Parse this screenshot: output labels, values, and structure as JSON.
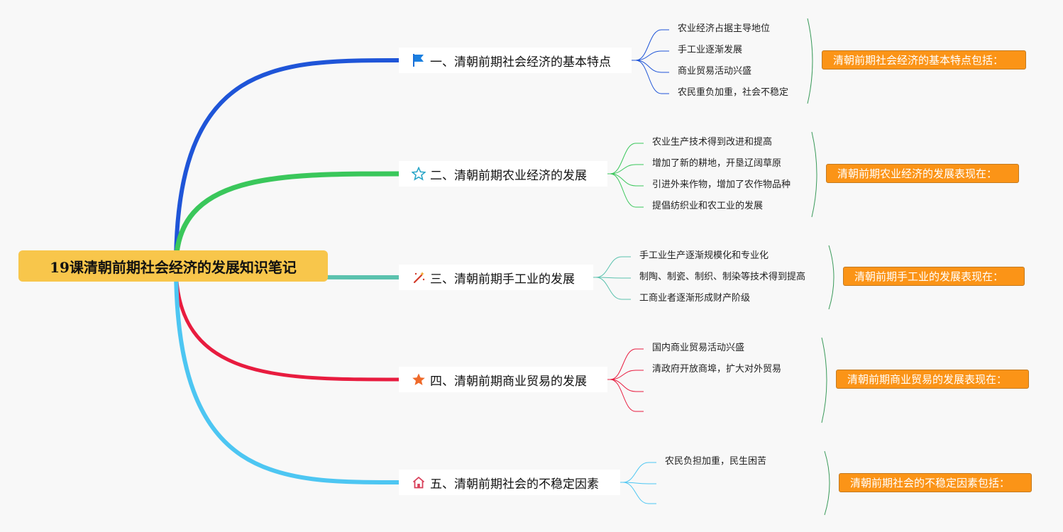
{
  "root": {
    "title": "19课清朝前期社会经济的发展知识笔记"
  },
  "branches": [
    {
      "title": "一、清朝前期社会经济的基本特点",
      "icon": "flag-icon",
      "color": "#1f55d8",
      "items": [
        "农业经济占据主导地位",
        "手工业逐渐发展",
        "商业贸易活动兴盛",
        "农民重负加重，社会不稳定"
      ],
      "summary": "清朝前期社会经济的基本特点包括："
    },
    {
      "title": "二、清朝前期农业经济的发展",
      "icon": "star-outline-icon",
      "color": "#3ac75b",
      "items": [
        "农业生产技术得到改进和提高",
        "增加了新的耕地，开垦辽阔草原",
        "引进外来作物，增加了农作物品种",
        "提倡纺织业和农工业的发展"
      ],
      "summary": "清朝前期农业经济的发展表现在："
    },
    {
      "title": "三、清朝前期手工业的发展",
      "icon": "magic-wand-icon",
      "color": "#5bc2ae",
      "items": [
        "手工业生产逐渐规模化和专业化",
        "制陶、制瓷、制织、制染等技术得到提高",
        "工商业者逐渐形成财产阶级"
      ],
      "summary": "清朝前期手工业的发展表现在："
    },
    {
      "title": "四、清朝前期商业贸易的发展",
      "icon": "star-filled-icon",
      "color": "#e81c3f",
      "items": [
        "国内商业贸易活动兴盛",
        "清政府开放商埠，扩大对外贸易",
        "",
        ""
      ],
      "summary": "清朝前期商业贸易的发展表现在："
    },
    {
      "title": "五、清朝前期社会的不稳定因素",
      "icon": "house-icon",
      "color": "#4dc6f2",
      "items": [
        "农民负担加重，民生困苦",
        "",
        ""
      ],
      "summary": "清朝前期社会的不稳定因素包括："
    }
  ],
  "colors": {
    "root_fill": "#f8c64b",
    "summary_fill": "#fb9417",
    "bracket": "#3a9a5a"
  }
}
